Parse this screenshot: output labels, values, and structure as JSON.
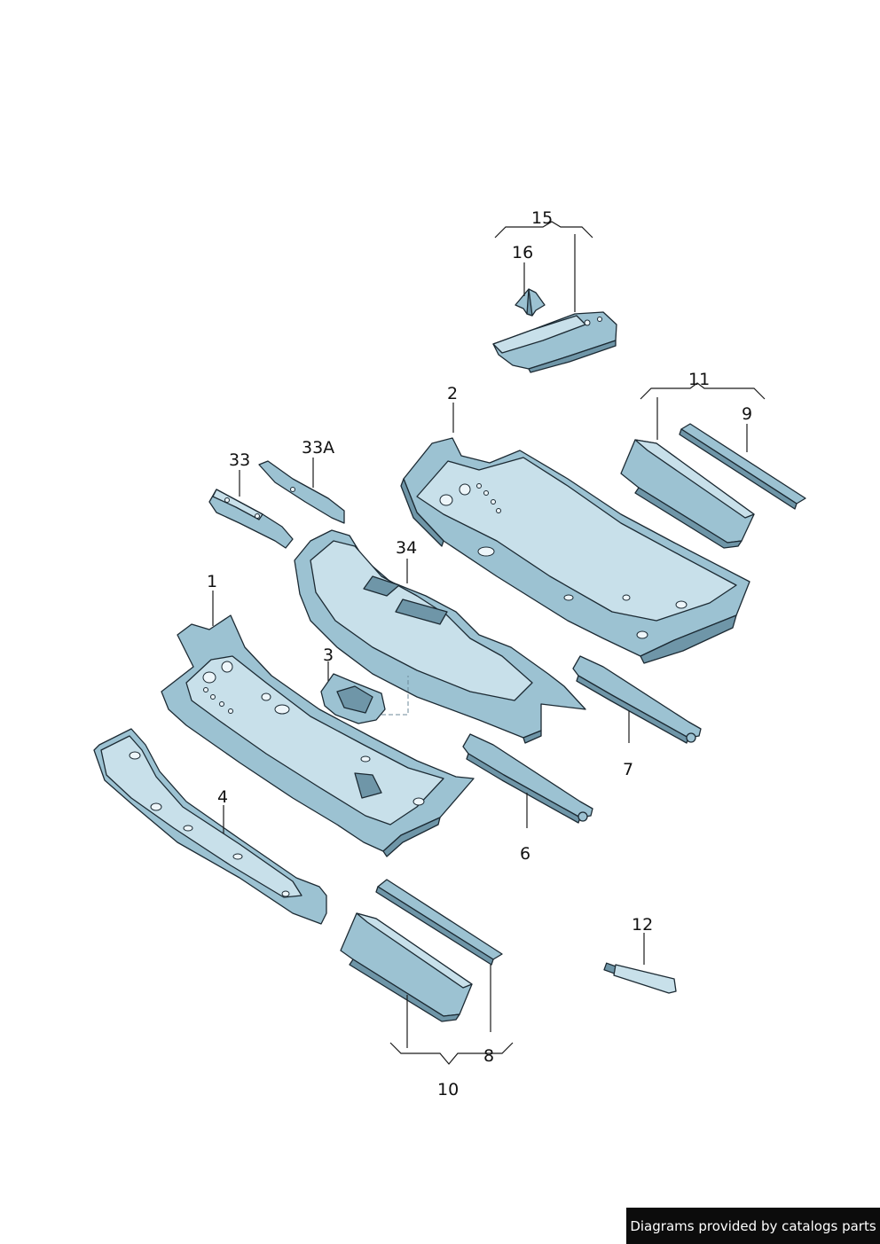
{
  "diagram": {
    "callouts": {
      "c1": "1",
      "c2": "2",
      "c3": "3",
      "c4": "4",
      "c6": "6",
      "c7": "7",
      "c8": "8",
      "c9": "9",
      "c10": "10",
      "c11": "11",
      "c12": "12",
      "c15": "15",
      "c16": "16",
      "c33": "33",
      "c33a": "33A",
      "c34": "34"
    },
    "colors": {
      "part_fill": "#9cc2d2",
      "part_shade": "#6f96a8",
      "part_highlight": "#c8e0ea",
      "outline": "#1c2a33"
    }
  },
  "footer": {
    "credit": "Diagrams provided by catalogs parts"
  }
}
